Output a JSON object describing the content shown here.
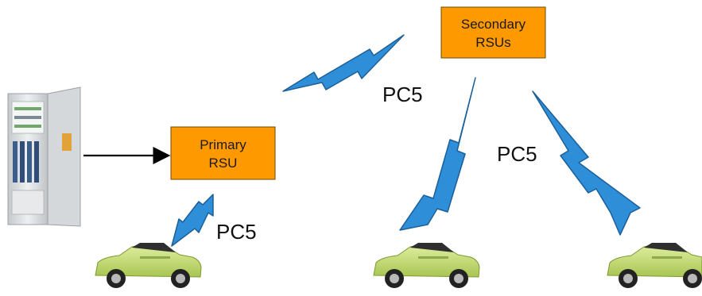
{
  "primary_rsu": {
    "line1": "Primary",
    "line2": "RSU"
  },
  "secondary_rsus": {
    "line1": "Secondary",
    "line2": "RSUs"
  },
  "links": {
    "top": "PC5",
    "right": "PC5",
    "bottom_left": "PC5"
  },
  "colors": {
    "rsu_box_fill": "#FF9900",
    "rsu_box_border": "#6b4a00",
    "bolt_fill": "#2E8FD8",
    "bolt_stroke": "#1b5f9a",
    "car_body": "#C8E07A",
    "cabinet": "#D9DDE0"
  },
  "icons": [
    "control-cabinet-icon",
    "lightning-bolt-icon",
    "car-icon"
  ]
}
